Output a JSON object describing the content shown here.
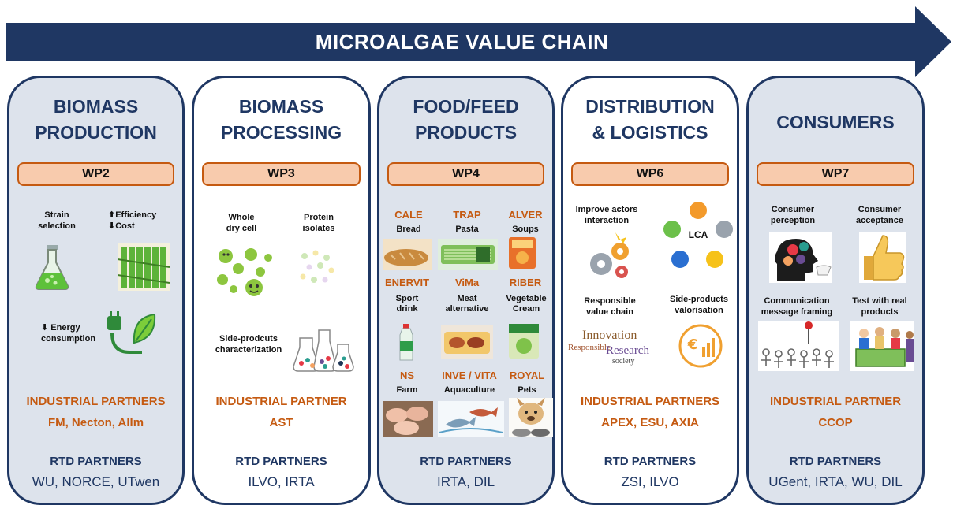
{
  "banner": {
    "title": "MICROALGAE VALUE CHAIN"
  },
  "colors": {
    "navy": "#1f3763",
    "orange": "#c55a11",
    "peach": "#f8cbad",
    "panel": "#dde3ec"
  },
  "columns": [
    {
      "title_line1": "BIOMASS",
      "title_line2": "PRODUCTION",
      "wp": "WP2",
      "items": [
        {
          "label_line1": "Strain",
          "label_line2": "selection",
          "icon": "flask-icon"
        },
        {
          "label_line1": "⬆Efficiency",
          "label_line2": "⬇Cost",
          "icon": "photobioreactor-icon"
        },
        {
          "label_line1": "⬇ Energy",
          "label_line2": "consumption",
          "icon": "eco-plug-icon"
        }
      ],
      "industrial_heading": "INDUSTRIAL PARTNERS",
      "industrial_names": "FM, Necton, Allm",
      "rtd_heading": "RTD PARTNERS",
      "rtd_names": "WU, NORCE, UTwen"
    },
    {
      "title_line1": "BIOMASS",
      "title_line2": "PROCESSING",
      "wp": "WP3",
      "items": [
        {
          "label_line1": "Whole",
          "label_line2": "dry cell",
          "icon": "green-cells-icon"
        },
        {
          "label_line1": "Protein",
          "label_line2": "isolates",
          "icon": "protein-dots-icon"
        },
        {
          "label_line1": "Side-prodcuts",
          "label_line2": "characterization",
          "icon": "beakers-icon"
        }
      ],
      "industrial_heading": "INDUSTRIAL PARTNER",
      "industrial_names": "AST",
      "rtd_heading": "RTD PARTNERS",
      "rtd_names": "ILVO, IRTA"
    },
    {
      "title_line1": "FOOD/FEED",
      "title_line2": "PRODUCTS",
      "wp": "WP4",
      "products": [
        {
          "brand": "CALE",
          "line1": "Bread",
          "line2": "",
          "icon": "bread-icon"
        },
        {
          "brand": "TRAP",
          "line1": "Pasta",
          "line2": "",
          "icon": "pasta-icon"
        },
        {
          "brand": "ALVER",
          "line1": "Soups",
          "line2": "",
          "icon": "soup-pack-icon"
        },
        {
          "brand": "ENERVIT",
          "line1": "Sport",
          "line2": "drink",
          "icon": "bottle-icon"
        },
        {
          "brand": "ViMa",
          "line1": "Meat",
          "line2": "alternative",
          "icon": "meat-alt-icon"
        },
        {
          "brand": "RIBER",
          "line1": "Vegetable",
          "line2": "Cream",
          "icon": "cream-pack-icon"
        },
        {
          "brand": "NS",
          "line1": "Farm",
          "line2": "",
          "icon": "pigs-icon"
        },
        {
          "brand": "INVE / VITA",
          "line1": "Aquaculture",
          "line2": "",
          "icon": "fish-icon"
        },
        {
          "brand": "ROYAL",
          "line1": "Pets",
          "line2": "",
          "icon": "dog-icon"
        }
      ],
      "industrial_heading": "",
      "industrial_names": "",
      "rtd_heading": "RTD PARTNERS",
      "rtd_names": "IRTA, DIL"
    },
    {
      "title_line1": "DISTRIBUTION",
      "title_line2": "& LOGISTICS",
      "wp": "WP6",
      "items": [
        {
          "label_line1": "Improve actors",
          "label_line2": "interaction",
          "icon": "gears-icon"
        },
        {
          "label_line1": "LCA",
          "label_line2": "",
          "icon": "lca-circles-icon"
        },
        {
          "label_line1": "Responsible",
          "label_line2": "value chain",
          "icon": "word-cloud-icon"
        },
        {
          "label_line1": "Side-products",
          "label_line2": "valorisation",
          "icon": "euro-growth-icon"
        }
      ],
      "word_cloud": {
        "w1": "Innovation",
        "w2": "Responsible",
        "w3": "Research",
        "w4": "society"
      },
      "industrial_heading": "INDUSTRIAL PARTNERS",
      "industrial_names": "APEX, ESU, AXIA",
      "rtd_heading": "RTD PARTNERS",
      "rtd_names": "ZSI, ILVO"
    },
    {
      "title_line1": "CONSUMERS",
      "title_line2": "",
      "wp": "WP7",
      "items": [
        {
          "label_line1": "Consumer",
          "label_line2": "perception",
          "icon": "head-shopping-icon"
        },
        {
          "label_line1": "Consumer",
          "label_line2": "acceptance",
          "icon": "thumbs-up-icon"
        },
        {
          "label_line1": "Communication",
          "label_line2": "message framing",
          "icon": "crowd-speaker-icon"
        },
        {
          "label_line1": "Test with real",
          "label_line2": "products",
          "icon": "tasting-icon"
        }
      ],
      "industrial_heading": "INDUSTRIAL PARTNER",
      "industrial_names": "CCOP",
      "rtd_heading": "RTD PARTNERS",
      "rtd_names": "UGent, IRTA, WU, DIL"
    }
  ]
}
